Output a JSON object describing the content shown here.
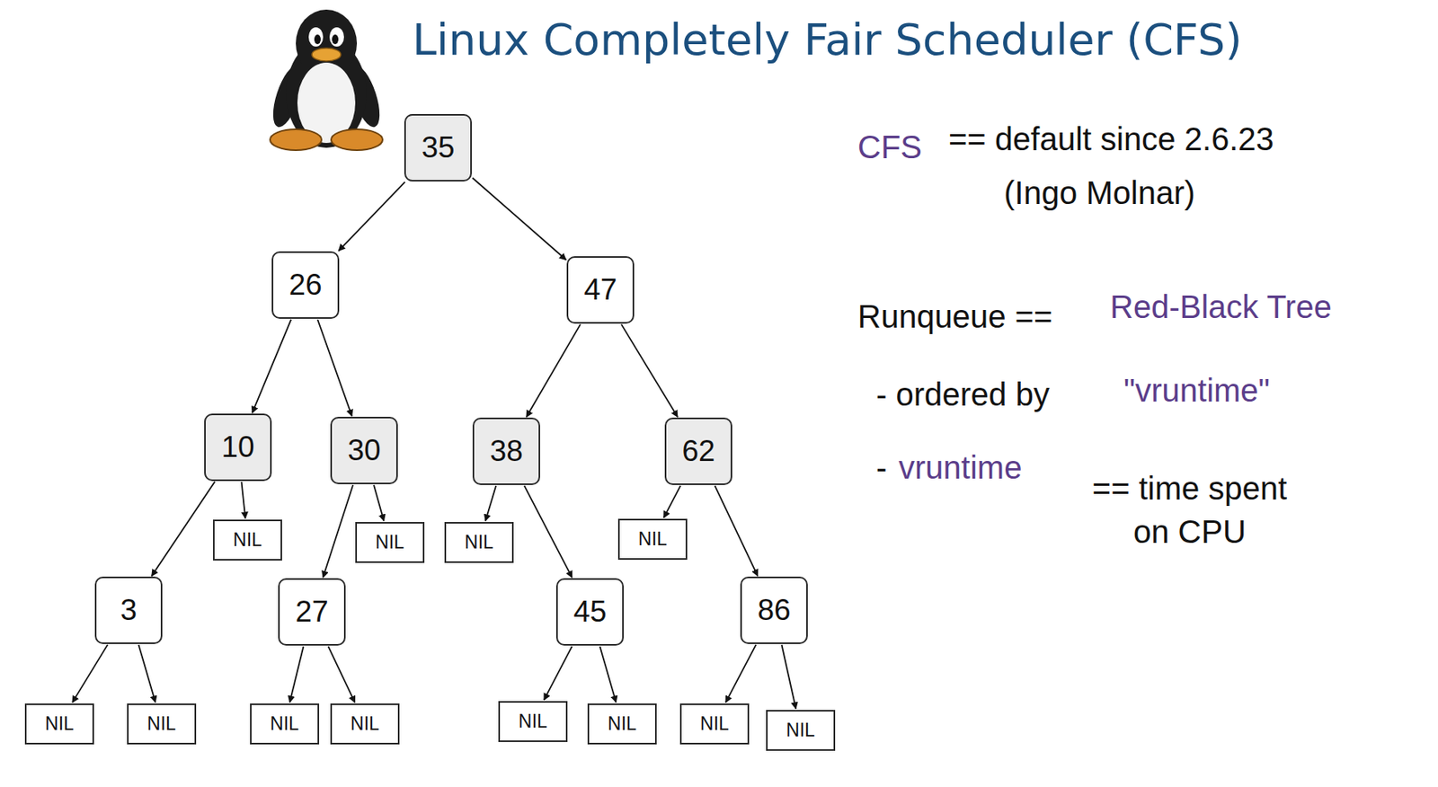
{
  "diagram": {
    "title": "Linux Completely Fair Scheduler (CFS)",
    "nodes": [
      {
        "text": [
          "35"
        ]
      },
      {
        "text": [
          "26"
        ]
      },
      {
        "text": [
          "47"
        ]
      },
      {
        "text": [
          "10"
        ]
      },
      {
        "text": [
          "30"
        ]
      },
      {
        "text": [
          "38"
        ]
      },
      {
        "text": [
          "62"
        ]
      },
      {
        "text": [
          "NIL"
        ]
      },
      {
        "text": [
          "NIL"
        ]
      },
      {
        "text": [
          "NIL"
        ]
      },
      {
        "text": [
          "NIL"
        ]
      },
      {
        "text": [
          "3"
        ]
      },
      {
        "text": [
          "27"
        ]
      },
      {
        "text": [
          "45"
        ]
      },
      {
        "text": [
          "86"
        ]
      },
      {
        "text": [
          "NIL"
        ]
      },
      {
        "text": [
          "NIL"
        ]
      },
      {
        "text": [
          "NIL"
        ]
      },
      {
        "text": [
          "NIL"
        ]
      },
      {
        "text": [
          "NIL"
        ]
      },
      {
        "text": [
          "NIL"
        ]
      },
      {
        "text": [
          "NIL"
        ]
      },
      {
        "text": [
          "NIL"
        ]
      }
    ],
    "edges": [
      {
        "from": 0,
        "to": 1,
        "arrow": "to"
      },
      {
        "from": 0,
        "to": 2,
        "arrow": "to"
      },
      {
        "from": 1,
        "to": 3,
        "arrow": "to"
      },
      {
        "from": 1,
        "to": 4,
        "arrow": "to"
      },
      {
        "from": 2,
        "to": 5,
        "arrow": "to"
      },
      {
        "from": 2,
        "to": 6,
        "arrow": "to"
      },
      {
        "from": 3,
        "to": 11,
        "arrow": "to"
      },
      {
        "from": 3,
        "to": 7,
        "arrow": "to"
      },
      {
        "from": 4,
        "to": 12,
        "arrow": "to"
      },
      {
        "from": 4,
        "to": 8,
        "arrow": "to"
      },
      {
        "from": 5,
        "to": 9,
        "arrow": "to"
      },
      {
        "from": 5,
        "to": 13,
        "arrow": "to"
      },
      {
        "from": 6,
        "to": 10,
        "arrow": "to"
      },
      {
        "from": 6,
        "to": 14,
        "arrow": "to"
      },
      {
        "from": 11,
        "to": 15,
        "arrow": "to"
      },
      {
        "from": 11,
        "to": 16,
        "arrow": "to"
      },
      {
        "from": 12,
        "to": 17,
        "arrow": "to"
      },
      {
        "from": 12,
        "to": 18,
        "arrow": "to"
      },
      {
        "from": 13,
        "to": 19,
        "arrow": "to"
      },
      {
        "from": 13,
        "to": 20,
        "arrow": "to"
      },
      {
        "from": 14,
        "to": 21,
        "arrow": "to"
      },
      {
        "from": 14,
        "to": 22,
        "arrow": "to"
      }
    ],
    "labels": [
      "CFS",
      "== default since 2.6.23",
      "(Ingo Molnar)",
      "Runqueue ==",
      "Red-Black Tree",
      "- ordered by",
      "\"vruntime\"",
      "-",
      "vruntime",
      "== time spent on CPU"
    ]
  }
}
